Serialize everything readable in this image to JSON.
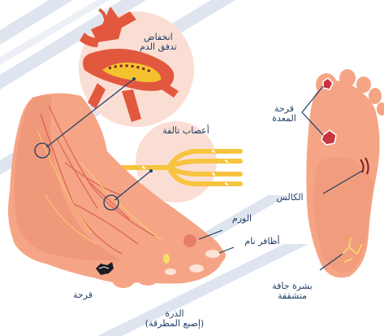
{
  "colors": {
    "text": "#1f3e66",
    "line": "#1f3e66",
    "stripe": "#dfe5ef",
    "halo": "#fbded3",
    "skin": "#f5a585",
    "skin_dark": "#ec8b6c",
    "vein": "#d84f46",
    "vessel": "#e2583f",
    "plaque": "#f4c12f",
    "nerve": "#f7c440",
    "ulcer": "#c9343f",
    "callus": "#7d1d2b",
    "dry": "#f9dd6c"
  },
  "labels": {
    "reduced_blood_flow": [
      "انخفاض",
      "تدفق الدم"
    ],
    "damaged_nerves": "أعصاب تالفة",
    "swelling": "الورم",
    "ingrown_nails": "أظافر نام",
    "ulcer": "قرحة",
    "hammer_toe": [
      "الذرة",
      "(إصبع المطرقة)"
    ],
    "stomach_ulcer": [
      "قرحة",
      "المعدة"
    ],
    "callus": "الكالس",
    "dry_cracked_skin": [
      "بشرة جافة",
      "متشققة"
    ]
  }
}
